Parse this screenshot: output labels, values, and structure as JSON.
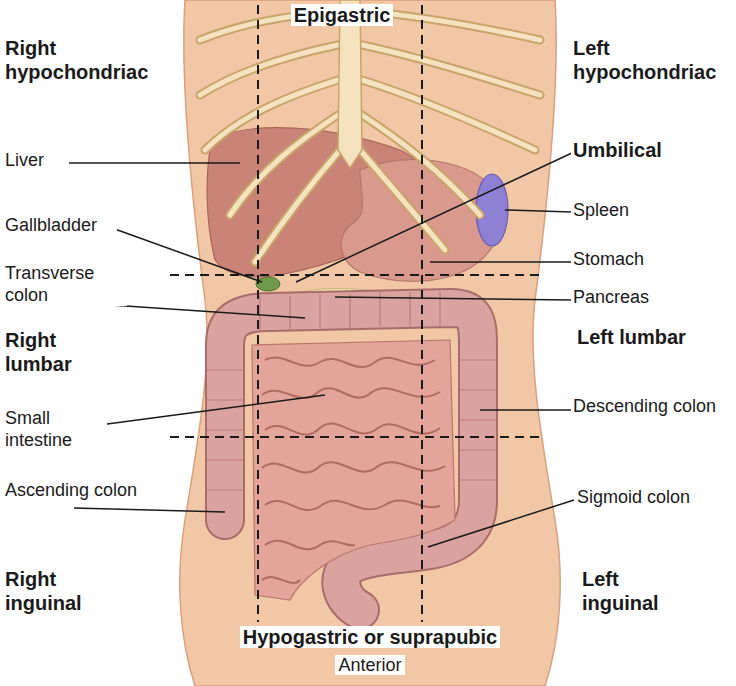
{
  "diagram": {
    "labels": [
      "Epigastric",
      "Right hypochondriac",
      "Left hypochondriac",
      "Liver",
      "Umbilical",
      "Gallbladder",
      "Spleen",
      "Transverse colon",
      "Stomach",
      "Pancreas",
      "Right lumbar",
      "Left lumbar",
      "Small intestine",
      "Descending colon",
      "Ascending colon",
      "Sigmoid colon",
      "Right inguinal",
      "Left inguinal",
      "Hypogastric or suprapubic",
      "Anterior"
    ]
  }
}
